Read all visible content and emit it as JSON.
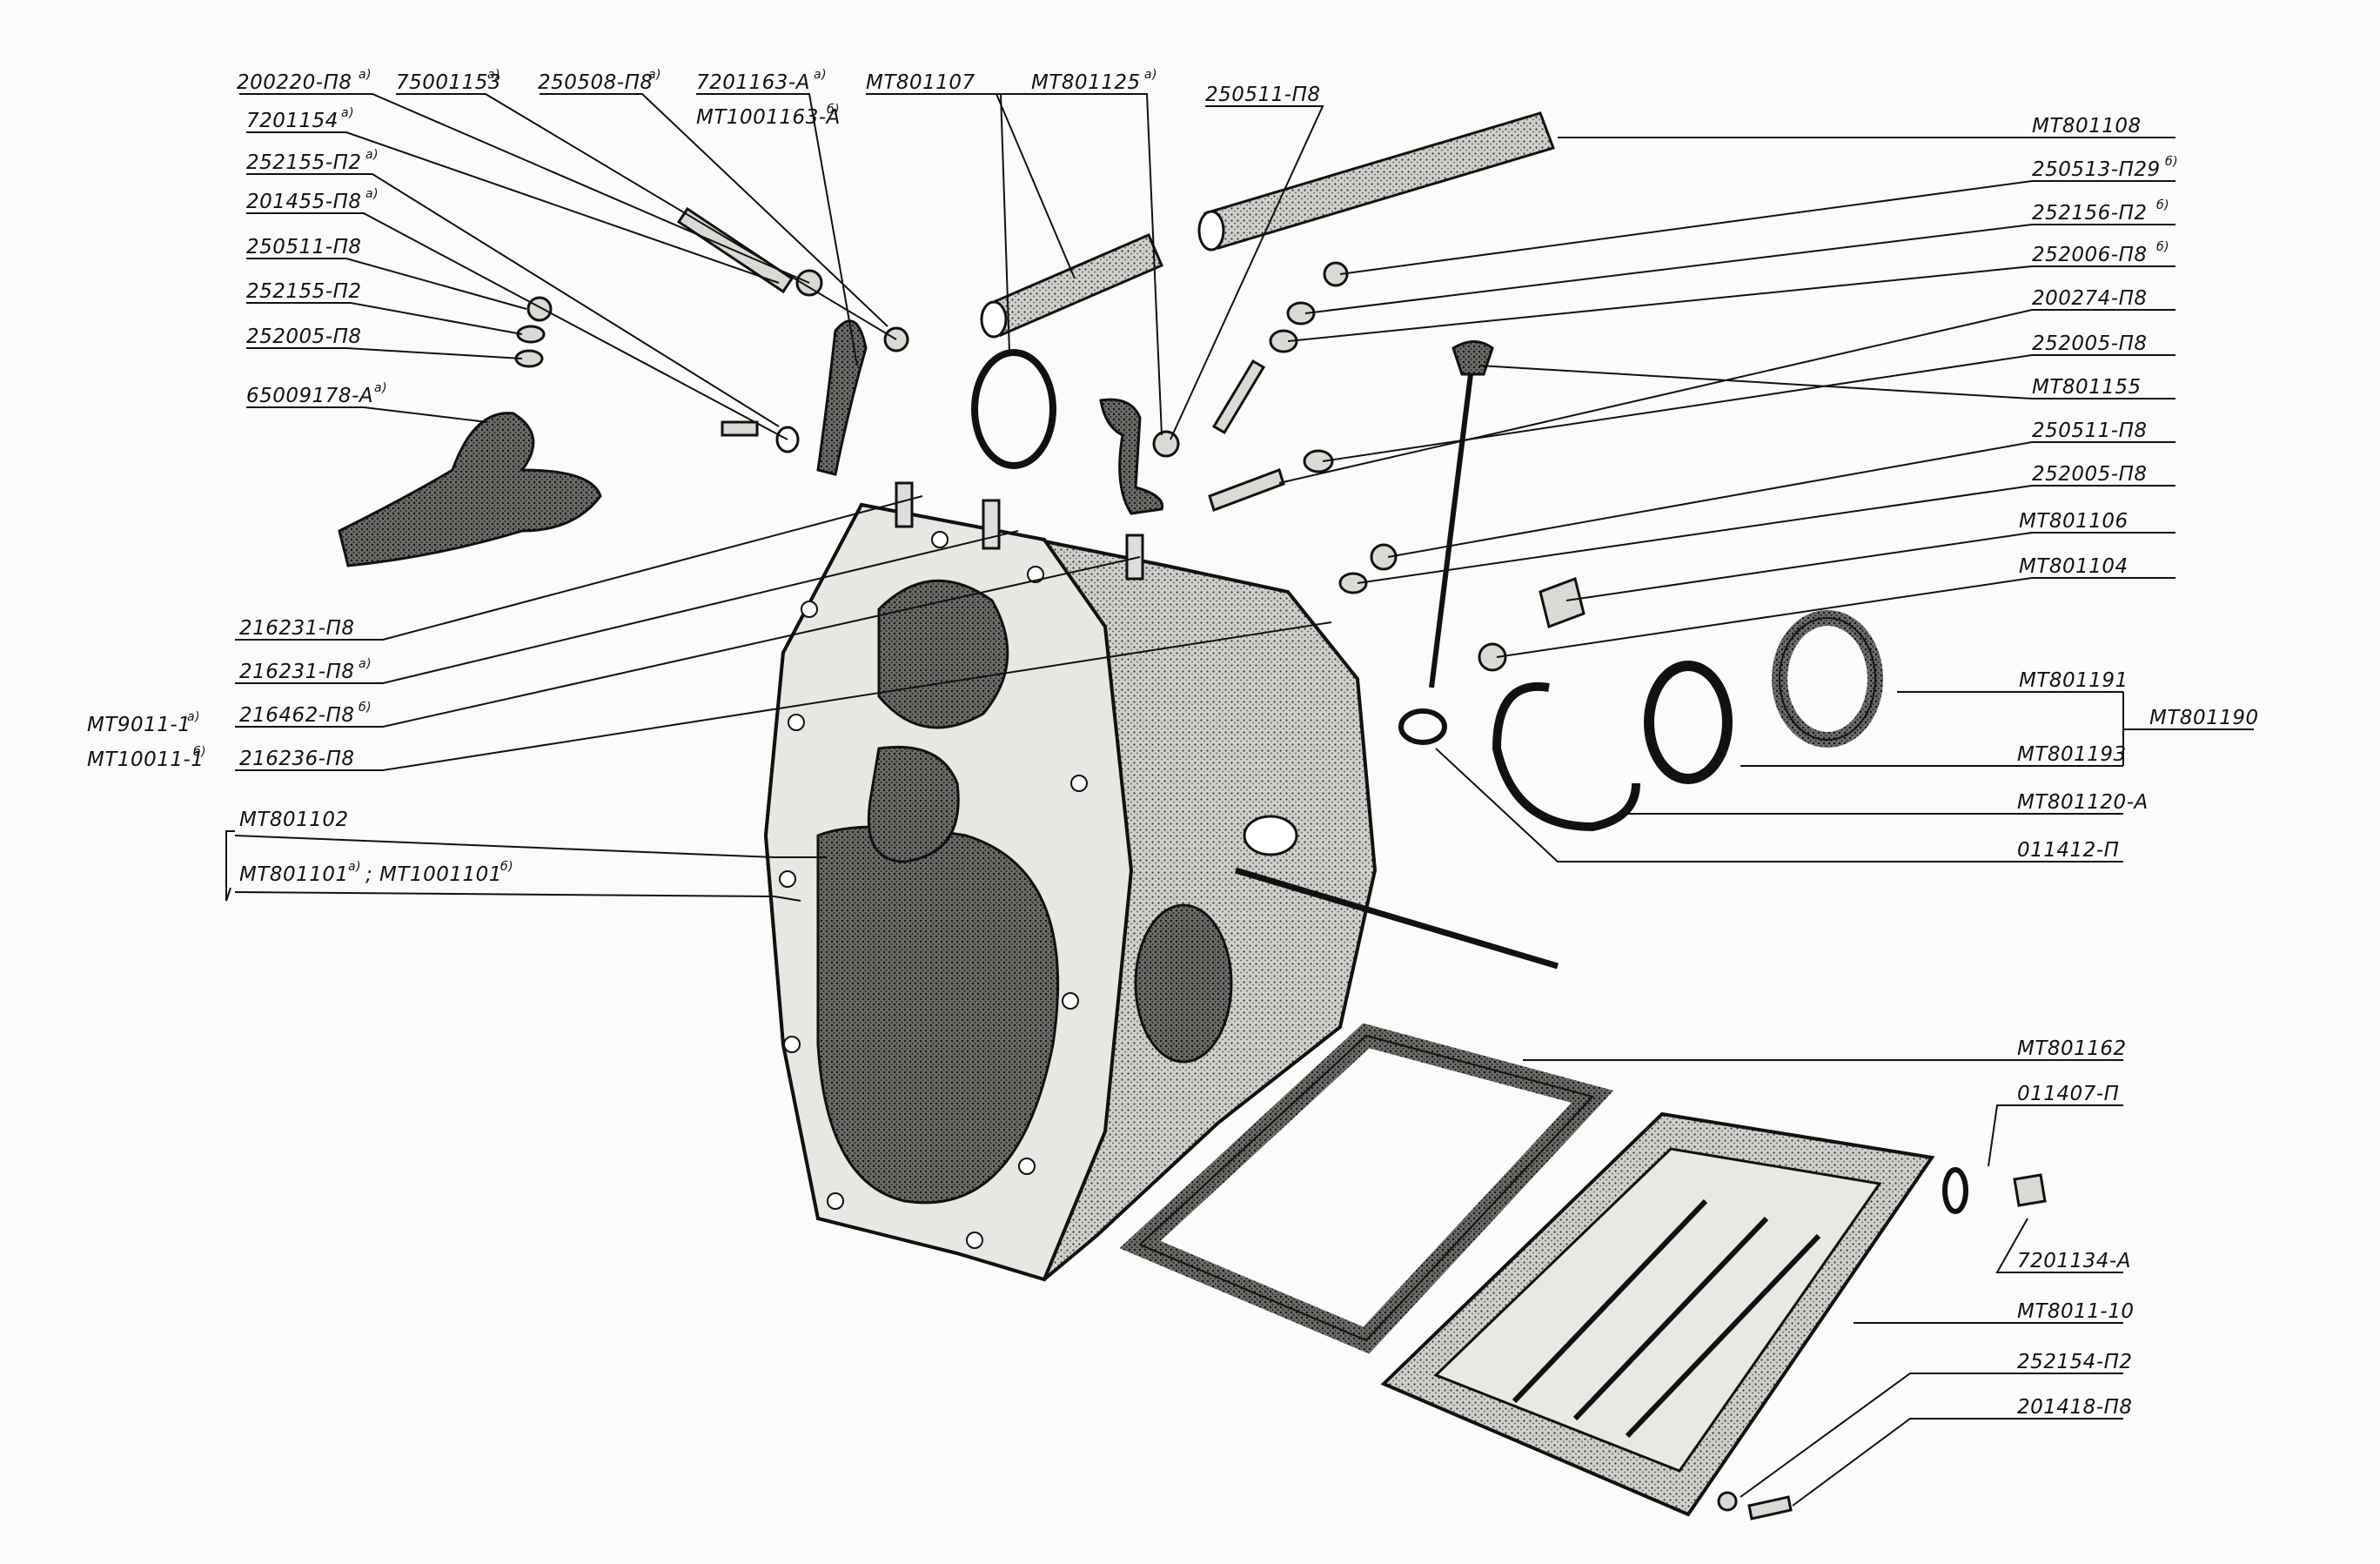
{
  "labels": {
    "l200220": "200220-П8",
    "l75001153": "75001153",
    "l250508": "250508-П8",
    "l7201163": "7201163-А",
    "lMT1001163": "МТ1001163-А",
    "lMT801107": "МТ801107",
    "lMT801125": "МТ801125",
    "l250511top": "250511-П8",
    "l7201154": "7201154",
    "l252155a": "252155-П2",
    "l201455": "201455-П8",
    "l250511left": "250511-П8",
    "l252155b": "252155-П2",
    "l252005left": "252005-П8",
    "l65009178": "65009178-А",
    "lMT801108": "МТ801108",
    "l250513": "250513-П29",
    "l252156": "252156-П2",
    "l252006": "252006-П8",
    "l200274": "200274-П8",
    "l252005r1": "252005-П8",
    "lMT801155": "МТ801155",
    "l250511r": "250511-П8",
    "l252005r2": "252005-П8",
    "lMT801106": "МТ801106",
    "lMT801104": "МТ801104",
    "l216231a": "216231-П8",
    "l216231b": "216231-П8",
    "l216462": "216462-П8",
    "l216236": "216236-П8",
    "lMT9011": "МТ9011-1",
    "lMT10011": "МТ10011-1",
    "lMT801102": "МТ801102",
    "lMT801101": "МТ801101",
    "lMT1001101": "; МТ1001101",
    "lMT801191": "МТ801191",
    "lMT801190": "МТ801190",
    "lMT801193": "МТ801193",
    "lMT801120": "МТ801120-А",
    "l011412": "011412-П",
    "lMT801162": "МТ801162",
    "l011407": "011407-П",
    "l7201134": "7201134-А",
    "lMT8011": "МТ8011-10",
    "l252154": "252154-П2",
    "l201418": "201418-П8"
  },
  "notes": {
    "a": "а)",
    "b": "б)"
  }
}
